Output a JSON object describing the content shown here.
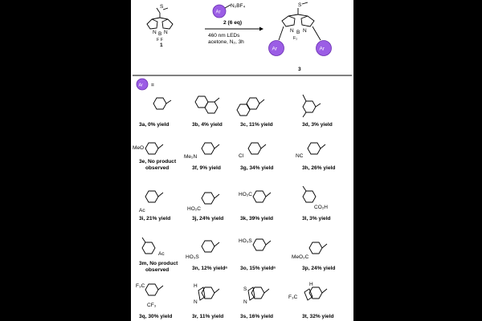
{
  "colors": {
    "ar_badge": "#9b5de5",
    "ar_badge_border": "#6a2fb0",
    "background": "#000000",
    "page": "#ffffff"
  },
  "scheme": {
    "sme_label": "S",
    "compound1_label": "1",
    "ar_badge": "Ar",
    "diazonium_formula": "N₂BF₄",
    "reagent": "2 (6 eq)",
    "light": "460 nm LEDs",
    "conditions": "acetone, N₂, 3h",
    "product_label": "3",
    "bf2_label": "F₂",
    "legend_equals": "="
  },
  "compounds": [
    {
      "label": "3a, 0% yield"
    },
    {
      "label": "3b, 4% yield"
    },
    {
      "label": "3c, 11% yield"
    },
    {
      "label": "3d, 3% yield"
    },
    {
      "label": "3e, No product",
      "label2": "observed",
      "sub": "MeO"
    },
    {
      "label": "3f, 9% yield",
      "sub": "Me₂N"
    },
    {
      "label": "3g, 34% yield",
      "sub": "Cl"
    },
    {
      "label": "3h, 26% yield",
      "sub": "NC"
    },
    {
      "label": "3i, 21% yield",
      "sub": "Ac"
    },
    {
      "label": "3j, 24% yield",
      "sub": "HO₂C"
    },
    {
      "label": "3k, 39% yield",
      "sub": "HO₂C"
    },
    {
      "label": "3l, 3% yield",
      "sub": "CO₂H"
    },
    {
      "label": "3m, No product",
      "label2": "observed",
      "sub": "Ac"
    },
    {
      "label": "3n, 12% yieldᵃ",
      "sub": "HO₃S"
    },
    {
      "label": "3o, 15% yieldᵃ",
      "sub": "HO₃S"
    },
    {
      "label": "3p, 24% yield",
      "sub": "MeO₂C"
    },
    {
      "label": "3q, 30% yield",
      "sub": "F₃C",
      "sub2": "CF₃"
    },
    {
      "label": "3r, 11% yield",
      "sub": "H",
      "sub2": "N"
    },
    {
      "label": "3s, 16% yield",
      "sub": "S",
      "sub2": "N"
    },
    {
      "label": "3t, 32% yield",
      "sub": "H",
      "sub2": "F₃C"
    }
  ]
}
